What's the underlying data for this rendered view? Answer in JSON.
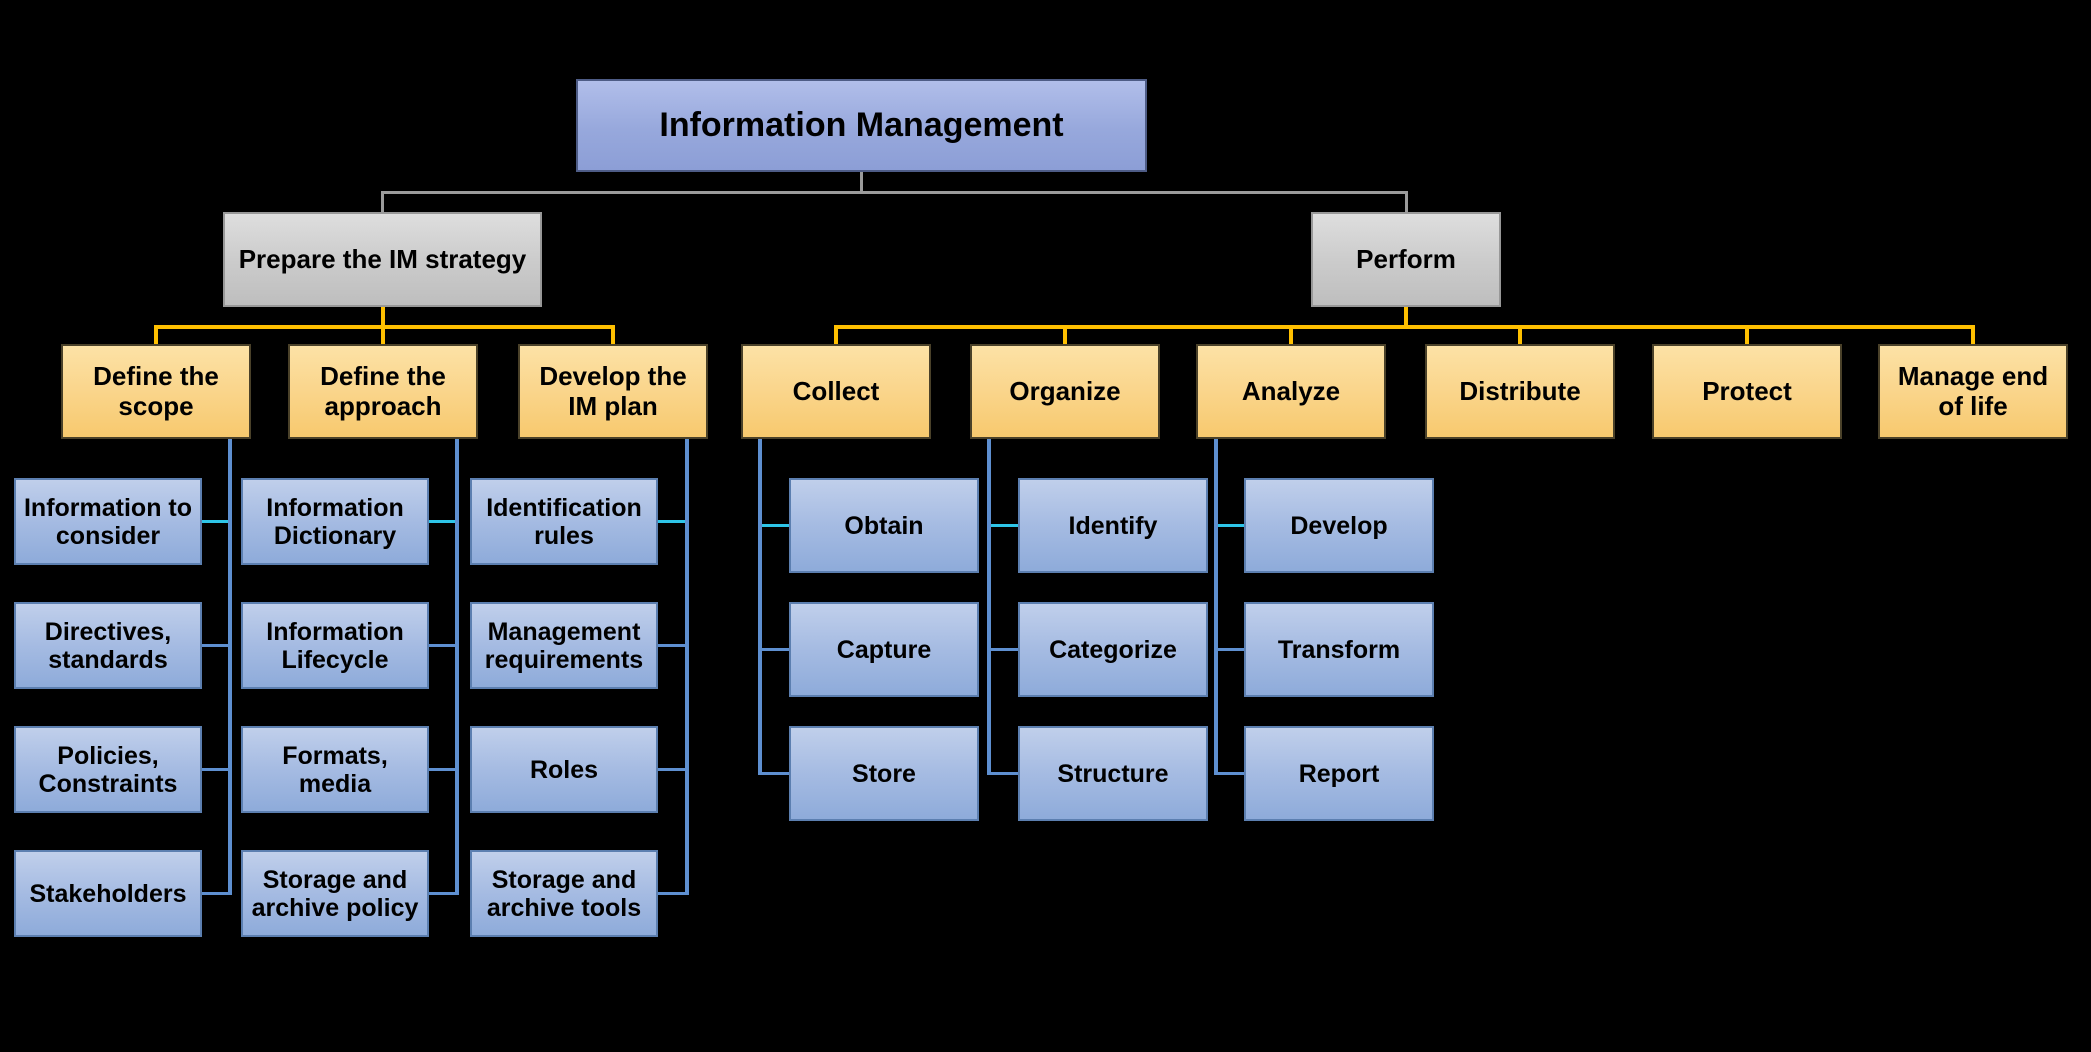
{
  "root": {
    "label": "Information Management"
  },
  "branches": [
    {
      "label": "Prepare the IM strategy",
      "phases": [
        {
          "label": "Define the scope",
          "children": [
            "Information to consider",
            "Directives, standards",
            "Policies, Constraints",
            "Stakeholders"
          ]
        },
        {
          "label": "Define the approach",
          "children": [
            "Information Dictionary",
            "Information Lifecycle",
            "Formats, media",
            "Storage and archive policy"
          ]
        },
        {
          "label": "Develop the IM plan",
          "children": [
            "Identification rules",
            "Management requirements",
            "Roles",
            "Storage and archive tools"
          ]
        }
      ]
    },
    {
      "label": "Perform",
      "phases": [
        {
          "label": "Collect",
          "children": [
            "Obtain",
            "Capture",
            "Store"
          ]
        },
        {
          "label": "Organize",
          "children": [
            "Identify",
            "Categorize",
            "Structure"
          ]
        },
        {
          "label": "Analyze",
          "children": [
            "Develop",
            "Transform",
            "Report"
          ]
        },
        {
          "label": "Distribute",
          "children": []
        },
        {
          "label": "Protect",
          "children": []
        },
        {
          "label": "Manage end of life",
          "children": []
        }
      ]
    }
  ],
  "colors": {
    "background": "#000000",
    "root_fill": "#9DAEE0",
    "branch_fill": "#CCCCCC",
    "phase_fill": "#FAD58B",
    "child_fill": "#A5BBE2",
    "connector_gray": "#9B9B9B",
    "connector_yellow": "#FFC000",
    "connector_blue": "#5E8FD0",
    "connector_cyan": "#2EC5E8"
  }
}
